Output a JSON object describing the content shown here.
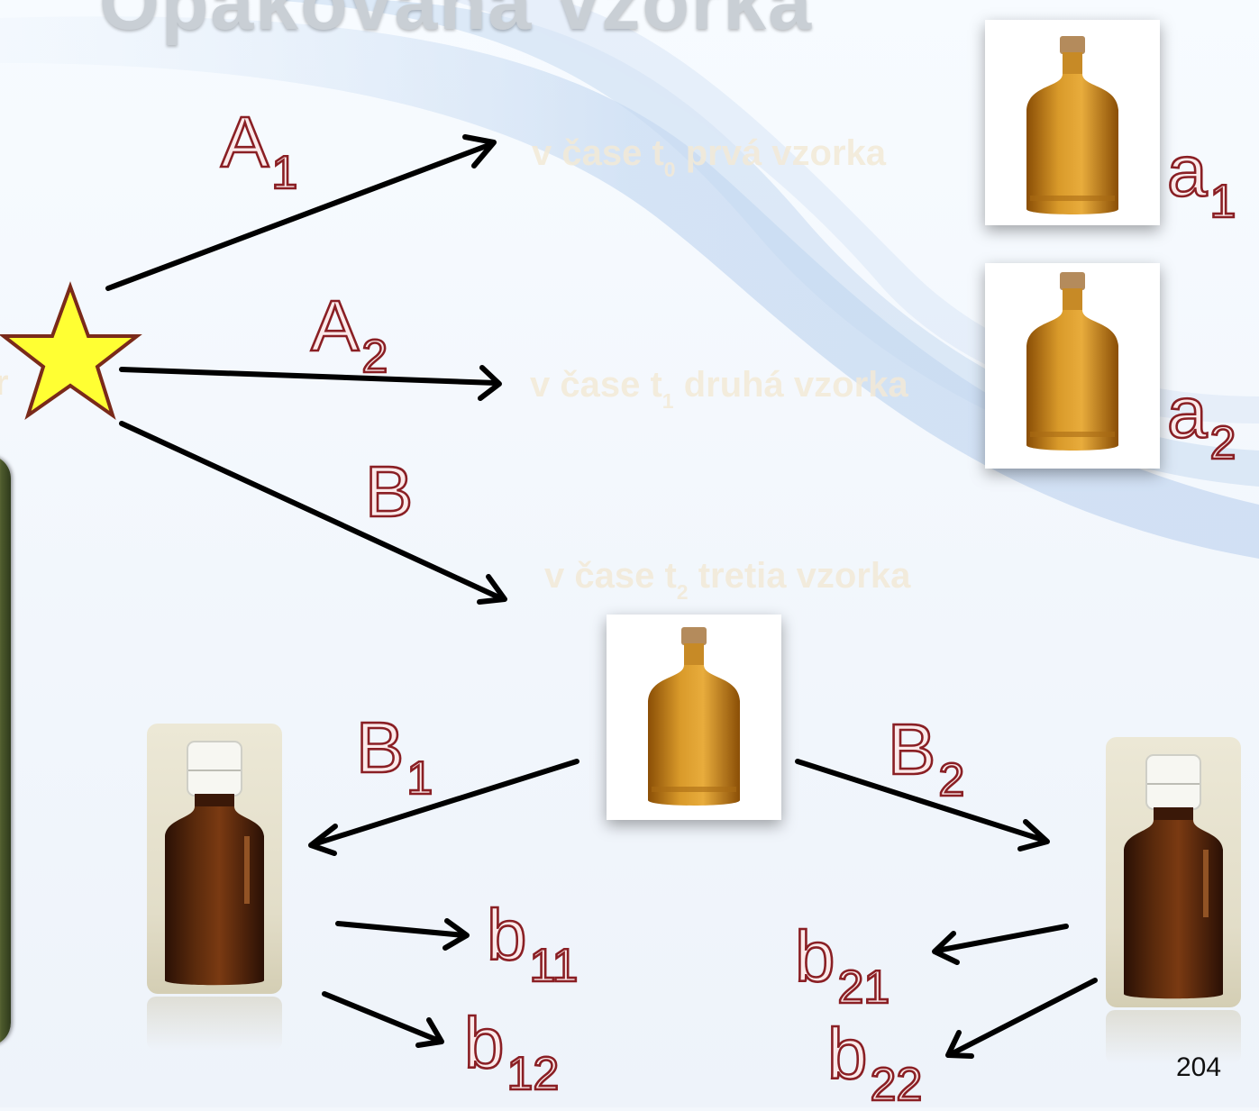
{
  "slide": {
    "title": "Opakovaná vzorka",
    "cut_letter": "r",
    "page_number": "204"
  },
  "labels": {
    "A1": {
      "main": "A",
      "sub": "1"
    },
    "A2": {
      "main": "A",
      "sub": "2"
    },
    "B": {
      "main": "B"
    },
    "B1": {
      "main": "B",
      "sub": "1"
    },
    "B2": {
      "main": "B",
      "sub": "2"
    },
    "a1": {
      "main": "a",
      "sub": "1"
    },
    "a2": {
      "main": "a",
      "sub": "2"
    },
    "b11": {
      "main": "b",
      "sub": "11"
    },
    "b12": {
      "main": "b",
      "sub": "12"
    },
    "b21": {
      "main": "b",
      "sub": "21"
    },
    "b22": {
      "main": "b",
      "sub": "22"
    }
  },
  "steps": {
    "first": {
      "pre": "v čase t",
      "sub": "0",
      "post": " prvá vzorka"
    },
    "second": {
      "pre": "v čase t",
      "sub": "1",
      "post": " druhá vzorka"
    },
    "third": {
      "pre": "v čase t",
      "sub": "2",
      "post": " tretia vzorka"
    }
  },
  "colors": {
    "letter_fill": "#fbeaea",
    "letter_outline": "#8a1f24",
    "step_text": "#f3ead7",
    "star_fill": "#ffff33",
    "star_outline": "#7a2a1a",
    "amber_glass": "#c98a1e",
    "brown_glass": "#4a200a"
  },
  "icons": {
    "source": "star-icon",
    "sample": "amber-bottle-icon",
    "subsample": "brown-dropper-bottle-icon"
  }
}
